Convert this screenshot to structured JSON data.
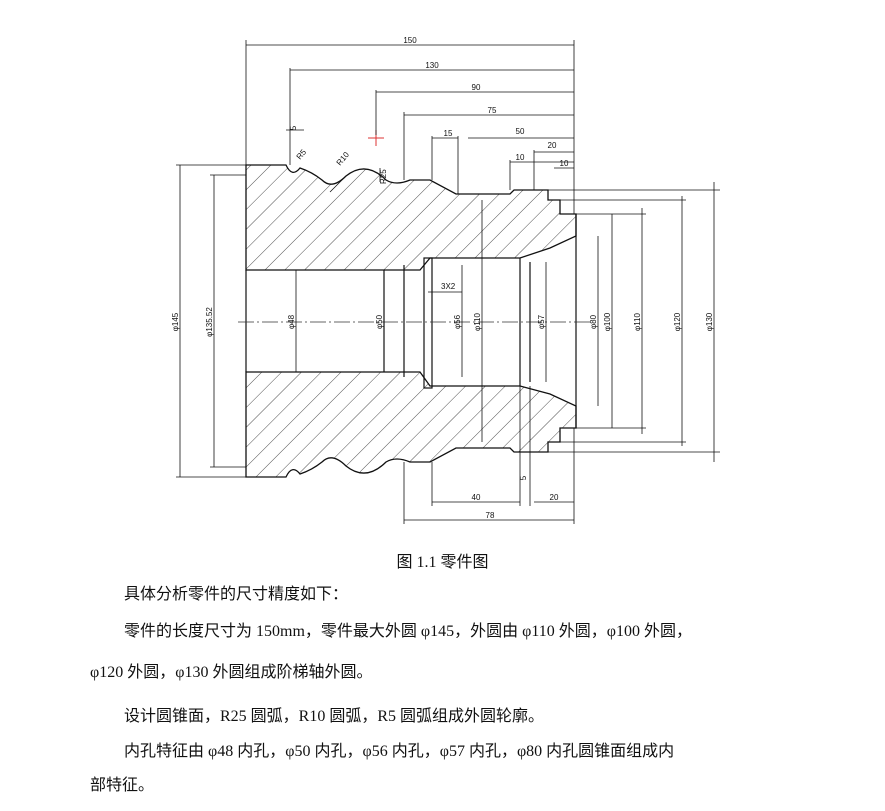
{
  "drawing": {
    "dims_horizontal": [
      "150",
      "130",
      "90",
      "75",
      "15",
      "50",
      "20",
      "10",
      "10",
      "40",
      "78",
      "20",
      "5",
      "5"
    ],
    "dims_diameter": [
      "φ145",
      "φ135.52",
      "φ48",
      "φ50",
      "φ56",
      "φ110",
      "φ57",
      "φ80",
      "φ100",
      "φ110",
      "φ120",
      "φ130"
    ],
    "radii": [
      "R5",
      "R10",
      "R25"
    ],
    "groove": "3X2"
  },
  "caption": "图 1.1  零件图",
  "paragraphs": [
    "具体分析零件的尺寸精度如下：",
    "零件的长度尺寸为 150mm，零件最大外圆 φ145，外圆由 φ110 外圆，φ100 外圆，",
    "φ120 外圆，φ130 外圆组成阶梯轴外圆。",
    "设计圆锥面，R25 圆弧，R10 圆弧，R5 圆弧组成外圆轮廓。",
    "内孔特征由 φ48 内孔，φ50 内孔，φ56 内孔，φ57 内孔，φ80 内孔圆锥面组成内",
    "部特征。"
  ]
}
